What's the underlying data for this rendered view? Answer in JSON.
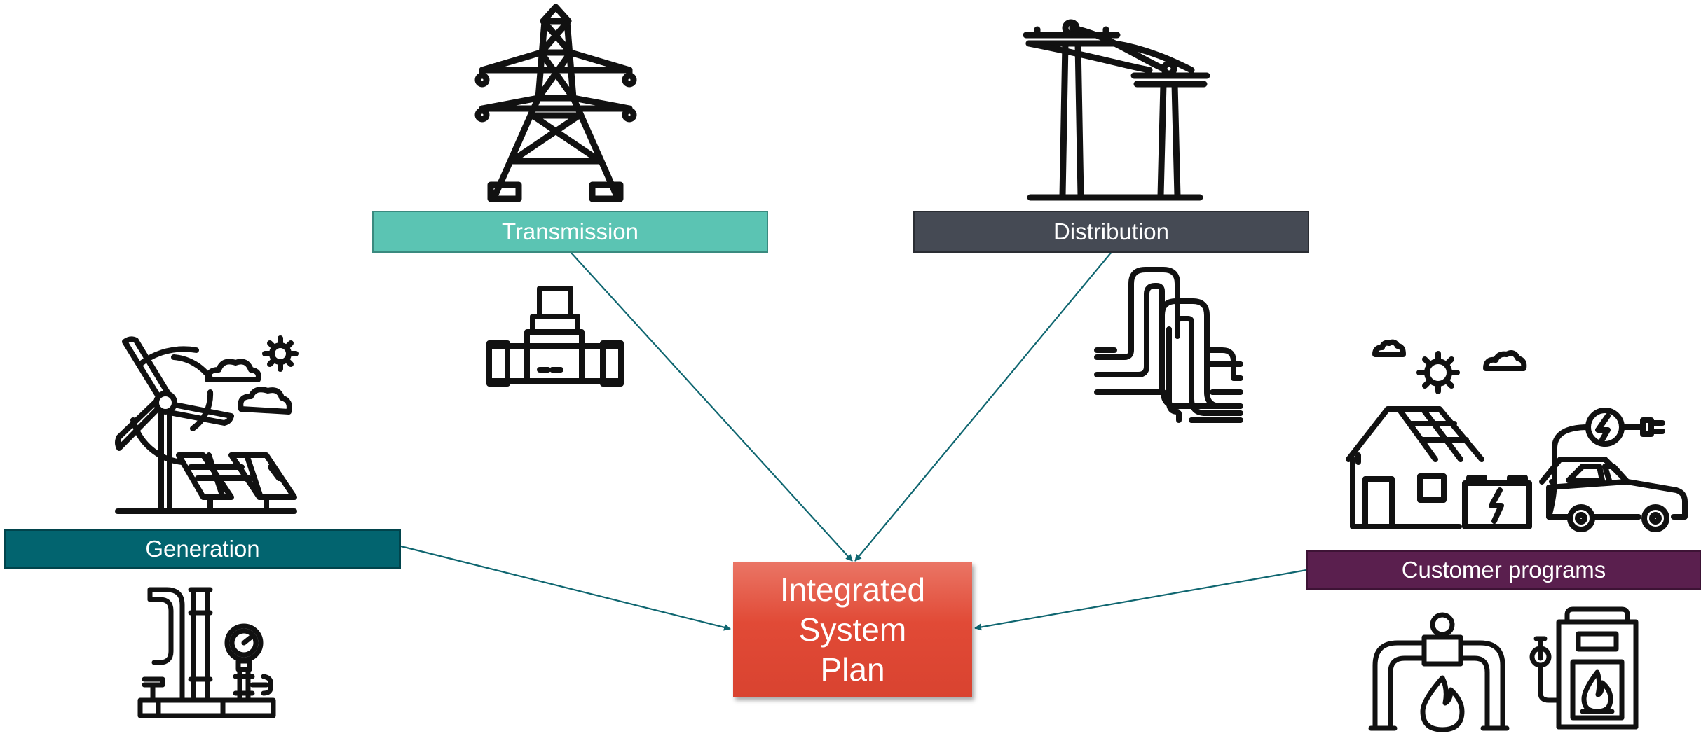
{
  "diagram": {
    "center": {
      "label": "Integrated\nSystem\nPlan"
    },
    "nodes": {
      "transmission": {
        "label": "Transmission",
        "color": "#5bc4b3",
        "icons": [
          "transmission-tower-icon",
          "pipe-valve-icon"
        ]
      },
      "distribution": {
        "label": "Distribution",
        "color": "#454a54",
        "icons": [
          "utility-pole-icon",
          "gas-pipelines-icon"
        ]
      },
      "generation": {
        "label": "Generation",
        "color": "#02646f",
        "icons": [
          "wind-solar-generation-icon",
          "gas-meter-pipes-icon"
        ]
      },
      "customer_programs": {
        "label": "Customer programs",
        "color": "#5a1f4e",
        "icons": [
          "solar-house-ev-icon",
          "gas-furnace-icon"
        ]
      }
    },
    "center_color": "#e14a36",
    "arrow_color": "#0f6670"
  }
}
